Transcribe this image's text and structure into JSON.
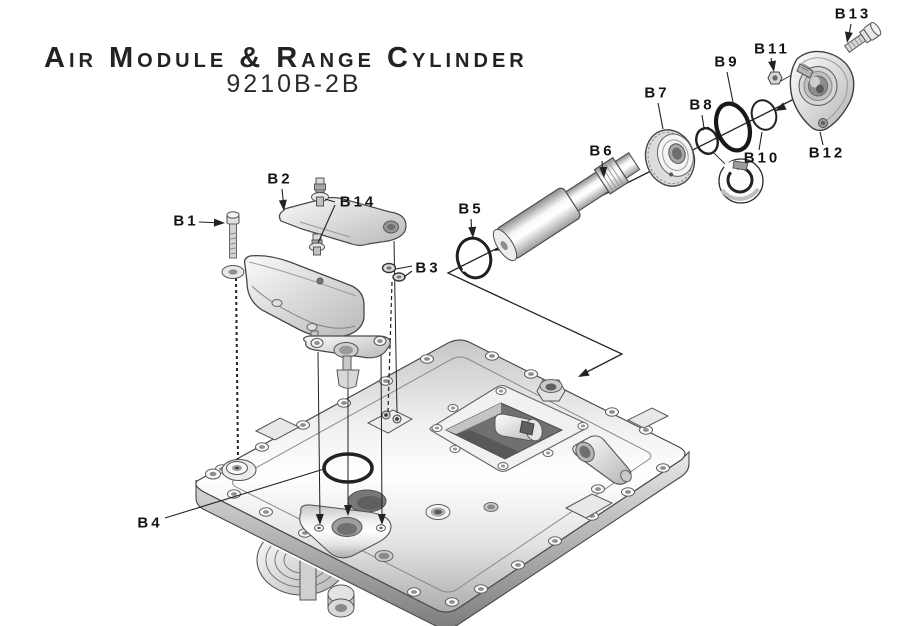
{
  "header": {
    "title": "Air Module & Range Cylinder",
    "part_number": "9210B-2B"
  },
  "callouts": [
    {
      "label": "B1"
    },
    {
      "label": "B2"
    },
    {
      "label": "B3"
    },
    {
      "label": "B4"
    },
    {
      "label": "B5"
    },
    {
      "label": "B6"
    },
    {
      "label": "B7"
    },
    {
      "label": "B8"
    },
    {
      "label": "B9"
    },
    {
      "label": "B10"
    },
    {
      "label": "B11"
    },
    {
      "label": "B12"
    },
    {
      "label": "B13"
    },
    {
      "label": "B14"
    }
  ],
  "colors": {
    "background": "#ffffff",
    "line": "#2b2b2b",
    "label_text": "#141414",
    "metal_light": "#f5f5f5",
    "metal_mid": "#d8d8d8",
    "metal_dark": "#8f8f8f"
  }
}
